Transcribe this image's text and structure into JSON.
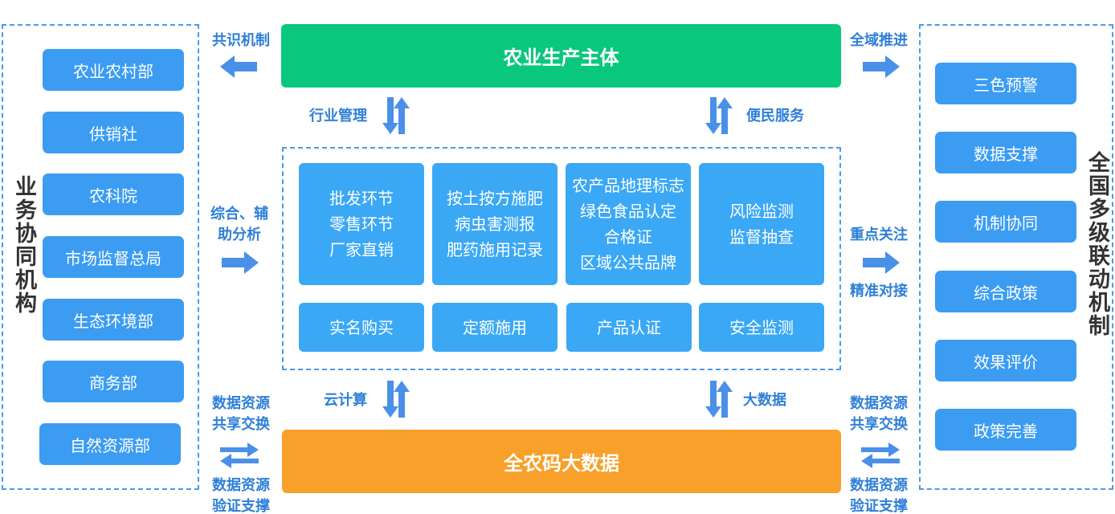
{
  "left_panel": {
    "title": "业务协同机构",
    "items": [
      "农业农村部",
      "供销社",
      "农科院",
      "市场监督总局",
      "生态环境部",
      "商务部",
      "自然资源部"
    ]
  },
  "right_panel": {
    "title": "全国多级联动机制",
    "items": [
      "三色预警",
      "数据支撑",
      "机制协同",
      "综合政策",
      "效果评价",
      "政策完善"
    ]
  },
  "top_bar": "农业生产主体",
  "bottom_bar": "全农码大数据",
  "center_tiles": [
    {
      "lines": [
        "批发环节",
        "零售环节",
        "厂家直销"
      ],
      "footer": "实名购买"
    },
    {
      "lines": [
        "按土按方施肥",
        "病虫害测报",
        "肥药施用记录"
      ],
      "footer": "定额施用"
    },
    {
      "lines": [
        "农产品地理标志",
        "绿色食品认定",
        "合格证",
        "区域公共品牌"
      ],
      "footer": "产品认证"
    },
    {
      "lines": [
        "风险监测",
        "监督抽查"
      ],
      "footer": "安全监测"
    }
  ],
  "labels": {
    "consensus": "共识机制",
    "global_push": "全域推进",
    "industry_mgmt": "行业管理",
    "convenience": "便民服务",
    "analysis_1": "综合、辅",
    "analysis_2": "助分析",
    "focus": "重点关注",
    "precise": "精准对接",
    "cloud": "云计算",
    "bigdata": "大数据",
    "share_l_1": "数据资源",
    "share_l_2": "共享交换",
    "verify_l_1": "数据资源",
    "verify_l_2": "验证支撑",
    "share_r_1": "数据资源",
    "share_r_2": "共享交换",
    "verify_r_1": "数据资源",
    "verify_r_2": "验证支撑"
  },
  "colors": {
    "accent_blue": "#3b9cf2",
    "green": "#0ac77e",
    "orange": "#f8a02a",
    "label_blue": "#2e7fd8"
  }
}
